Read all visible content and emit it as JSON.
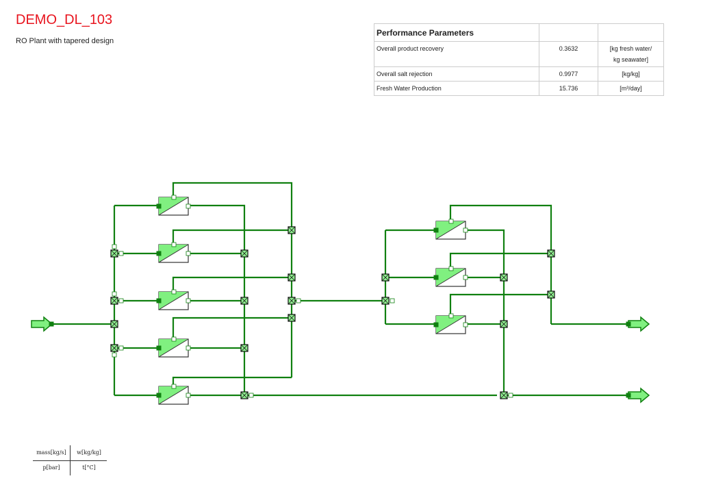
{
  "title": "DEMO_DL_103",
  "subtitle": "RO Plant with tapered design",
  "performance": {
    "header": "Performance Parameters",
    "rows": [
      {
        "label": "Overall product recovery",
        "value": "0.3632",
        "unit_line1": "[kg fresh water/",
        "unit_line2": "kg seawater]"
      },
      {
        "label": "Overall salt rejection",
        "value": "0.9977",
        "unit_line1": "[kg/kg]",
        "unit_line2": ""
      },
      {
        "label": "Fresh Water Production",
        "value": "15.736",
        "unit_line1": "[m³/day]",
        "unit_line2": ""
      }
    ]
  },
  "legend": {
    "mass": "mass[kg/s]",
    "concentration": "w[kg/kg]",
    "pressure": "p[bar]",
    "temperature": "t[°C]"
  },
  "colors": {
    "pipe": "#108010",
    "membrane_fill": "#80f080",
    "node_fill": "#90f090",
    "title": "#e8141e"
  }
}
